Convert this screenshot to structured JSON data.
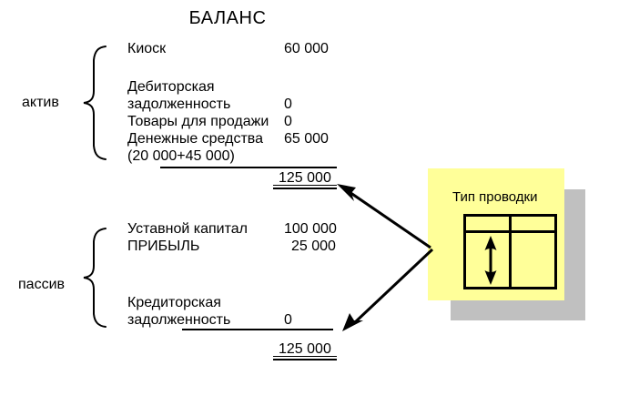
{
  "diagram": {
    "title": "БАЛАНС",
    "sections": [
      {
        "label": "актив",
        "rows": [
          {
            "name": "Киоск",
            "value": "60 000"
          },
          {
            "name": "Дебиторская",
            "value": ""
          },
          {
            "name": "задолженность",
            "value": "0"
          },
          {
            "name": "Товары для продажи",
            "value": "0"
          },
          {
            "name": "Денежные средства",
            "value": "65 000"
          },
          {
            "name": "(20 000+45 000)",
            "value": ""
          }
        ],
        "total": "125 000"
      },
      {
        "label": "пассив",
        "rows": [
          {
            "name": "Уставной капитал",
            "value": "100 000"
          },
          {
            "name": "ПРИБЫЛЬ",
            "value": "25 000"
          },
          {
            "name": "Кредиторская",
            "value": ""
          },
          {
            "name": "задолженность",
            "value": "0"
          }
        ],
        "total": "125 000"
      }
    ],
    "callout": {
      "title": "Тип проводки",
      "background_color": "#ffff99",
      "shadow_color": "#c0c0c0",
      "table": {
        "columns": 2,
        "header_row": true,
        "arrow": "double-vertical-arrow"
      }
    },
    "arrows": [
      {
        "name": "arrow-to-asset-total",
        "from": "callout",
        "to": "asset-total"
      },
      {
        "name": "arrow-to-liability-total",
        "from": "callout",
        "to": "liability-total"
      }
    ],
    "colors": {
      "ink": "#000000",
      "accent": "#ffff99",
      "shadow": "#c0c0c0"
    }
  }
}
